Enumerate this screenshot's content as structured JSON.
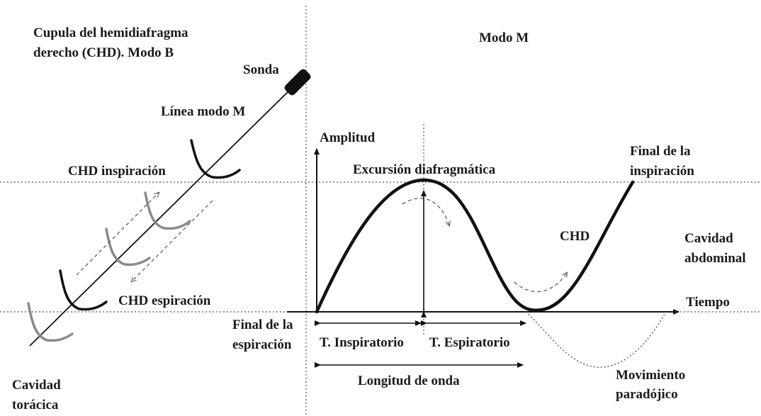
{
  "colors": {
    "ink": "#111111",
    "gray_curve": "#8a8a8a",
    "dash": "#555555"
  },
  "left_panel": {
    "title_line1": "Cupula del hemidiafragma",
    "title_line2": "derecho  (CHD). Modo B",
    "probe_label": "Sonda",
    "mmode_line_label": "Línea modo M",
    "inspiration_label": "CHD inspiración",
    "expiration_label": "CHD espiración",
    "cavity_line1": "Cavidad",
    "cavity_line2": "torácica"
  },
  "right_panel": {
    "title": "Modo M",
    "y_axis_label": "Amplitud",
    "x_axis_label": "Tiempo",
    "excursion_label": "Excursión diafragmática",
    "end_inspiration_line1": "Final de la",
    "end_inspiration_line2": "inspiración",
    "chd_label": "CHD",
    "abdominal_line1": "Cavidad",
    "abdominal_line2": "abdominal",
    "end_expiration_line1": "Final de la",
    "end_expiration_line2": "espiración",
    "t_inspiratory": "T. Inspiratorio",
    "t_expiratory": "T. Espiratorio",
    "wavelength": "Longitud de onda",
    "paradoxical_line1": "Movimiento",
    "paradoxical_line2": "paradójico"
  }
}
